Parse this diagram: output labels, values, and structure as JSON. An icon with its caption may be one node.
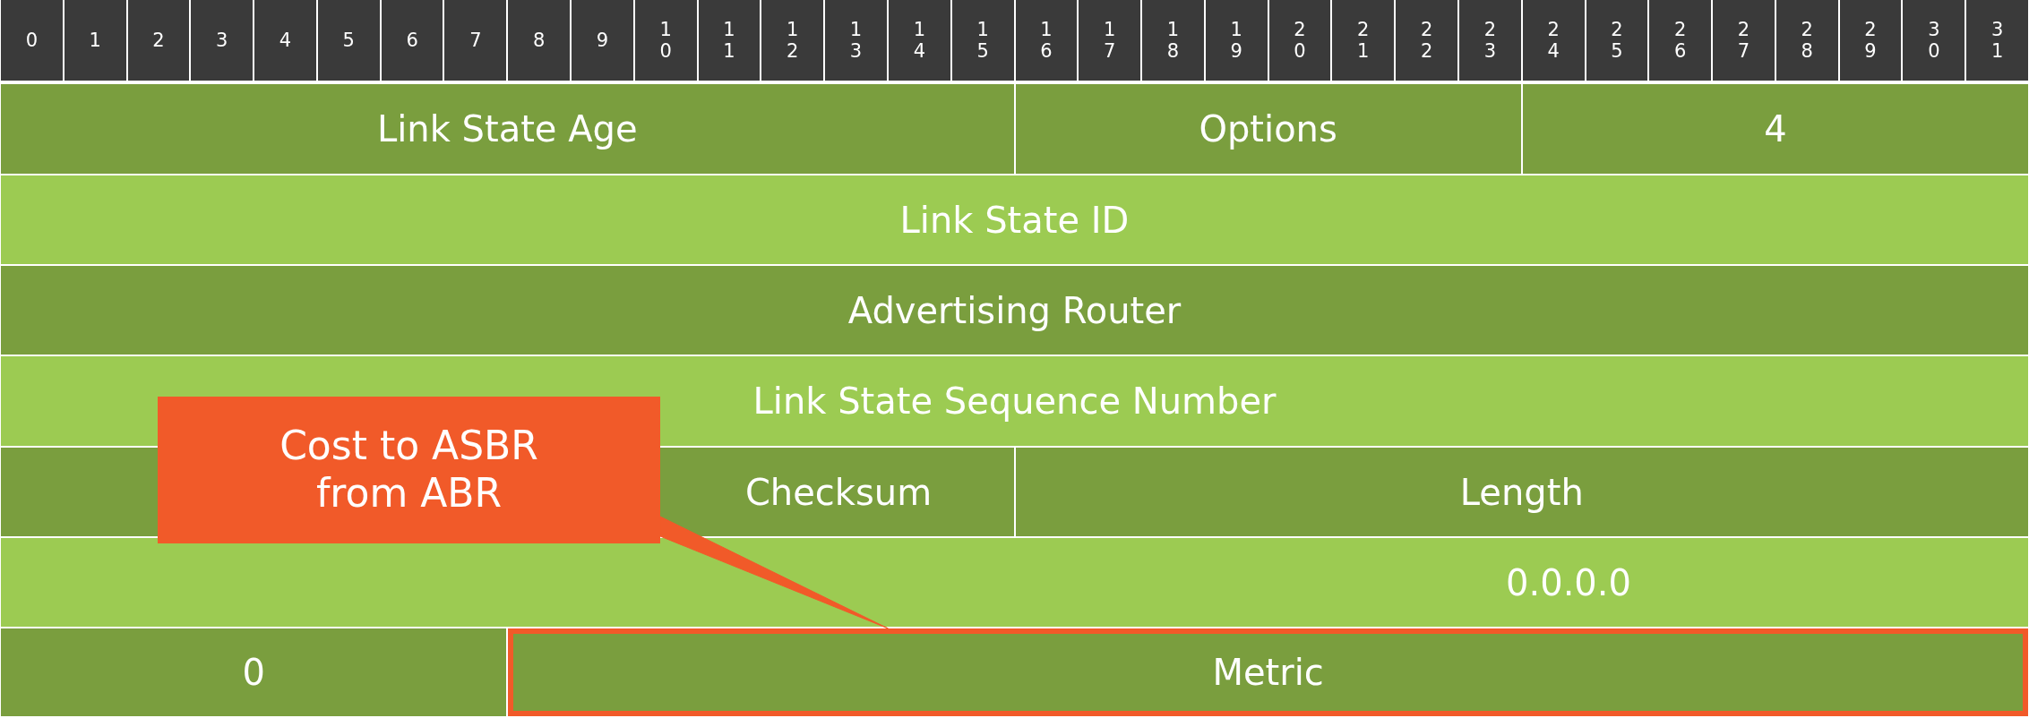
{
  "diagram": {
    "nodes": [
      {
        "text": [
          "Link State Age"
        ]
      },
      {
        "text": [
          "Options"
        ]
      },
      {
        "text": [
          "4"
        ]
      },
      {
        "text": [
          "Link State ID"
        ]
      },
      {
        "text": [
          "Advertising Router"
        ]
      },
      {
        "text": [
          "Link State Sequence Number"
        ]
      },
      {
        "text": [
          "Checksum"
        ]
      },
      {
        "text": [
          "Length"
        ]
      },
      {
        "text": [
          "0.0.0.0"
        ]
      },
      {
        "text": [
          "0"
        ]
      },
      {
        "text": [
          "Metric"
        ]
      },
      {
        "text": [
          "Cost to ASBR from ABR"
        ]
      }
    ],
    "edges": [
      {
        "from": 11,
        "to": 10,
        "arrow": "none"
      }
    ],
    "labels": [
      "0",
      "1",
      "2",
      "3",
      "4",
      "5",
      "6",
      "7",
      "8",
      "9",
      "10",
      "11",
      "12",
      "13",
      "14",
      "15",
      "16",
      "17",
      "18",
      "19",
      "20",
      "21",
      "22",
      "23",
      "24",
      "25",
      "26",
      "27",
      "28",
      "29",
      "30",
      "31"
    ]
  }
}
